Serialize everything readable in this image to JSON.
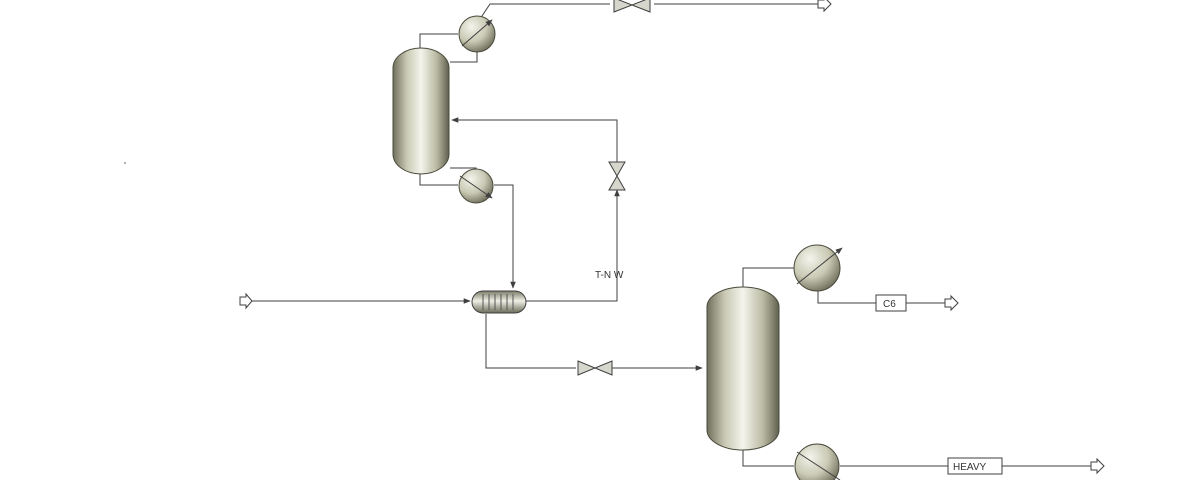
{
  "colors": {
    "background": "#ffffff",
    "line": "#3f3f3f",
    "vessel_light": "#f4f4ec",
    "vessel_mid": "#c9c9b4",
    "vessel_dark": "#6f6f5c",
    "valve_fill": "#d6d6cc",
    "text": "#333333"
  },
  "icons": {
    "column": "distillation-column-icon",
    "condenser": "heat-exchanger-icon",
    "reboiler": "heat-exchanger-icon",
    "valve": "valve-icon",
    "heater": "shell-tube-heat-exchanger-icon",
    "port": "stream-port-arrow-icon"
  },
  "labels": {
    "recycle_stream": "T-N W",
    "light_product": "C6",
    "heavy_product": "HEAVY"
  }
}
